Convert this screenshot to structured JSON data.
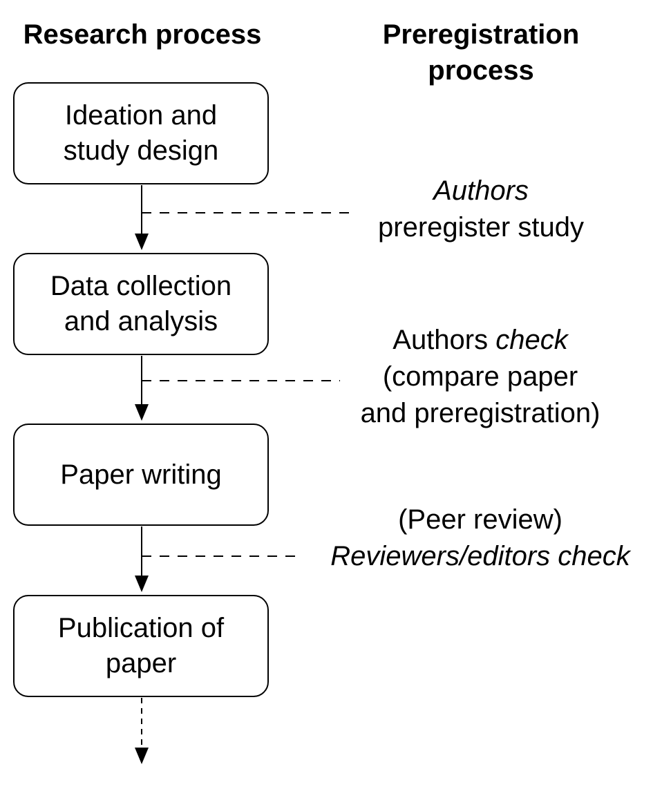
{
  "headings": {
    "research": "Research process",
    "preregistration_line1": "Preregistration",
    "preregistration_line2": "process"
  },
  "steps": [
    {
      "line1": "Ideation and",
      "line2": "study design"
    },
    {
      "line1": "Data collection",
      "line2": "and analysis"
    },
    {
      "line1": "Paper writing",
      "line2": ""
    },
    {
      "line1": "Publication of",
      "line2": "paper"
    }
  ],
  "notes": {
    "first": {
      "italic": "Authors",
      "plain": "preregister study"
    },
    "second": {
      "lead": "Authors ",
      "italic": "check",
      "line2": "(compare paper",
      "line3": "and preregistration)"
    },
    "third": {
      "plain": "(Peer review)",
      "italic": "Reviewers/editors check"
    }
  },
  "colors": {
    "line": "#000000",
    "background": "#ffffff"
  }
}
